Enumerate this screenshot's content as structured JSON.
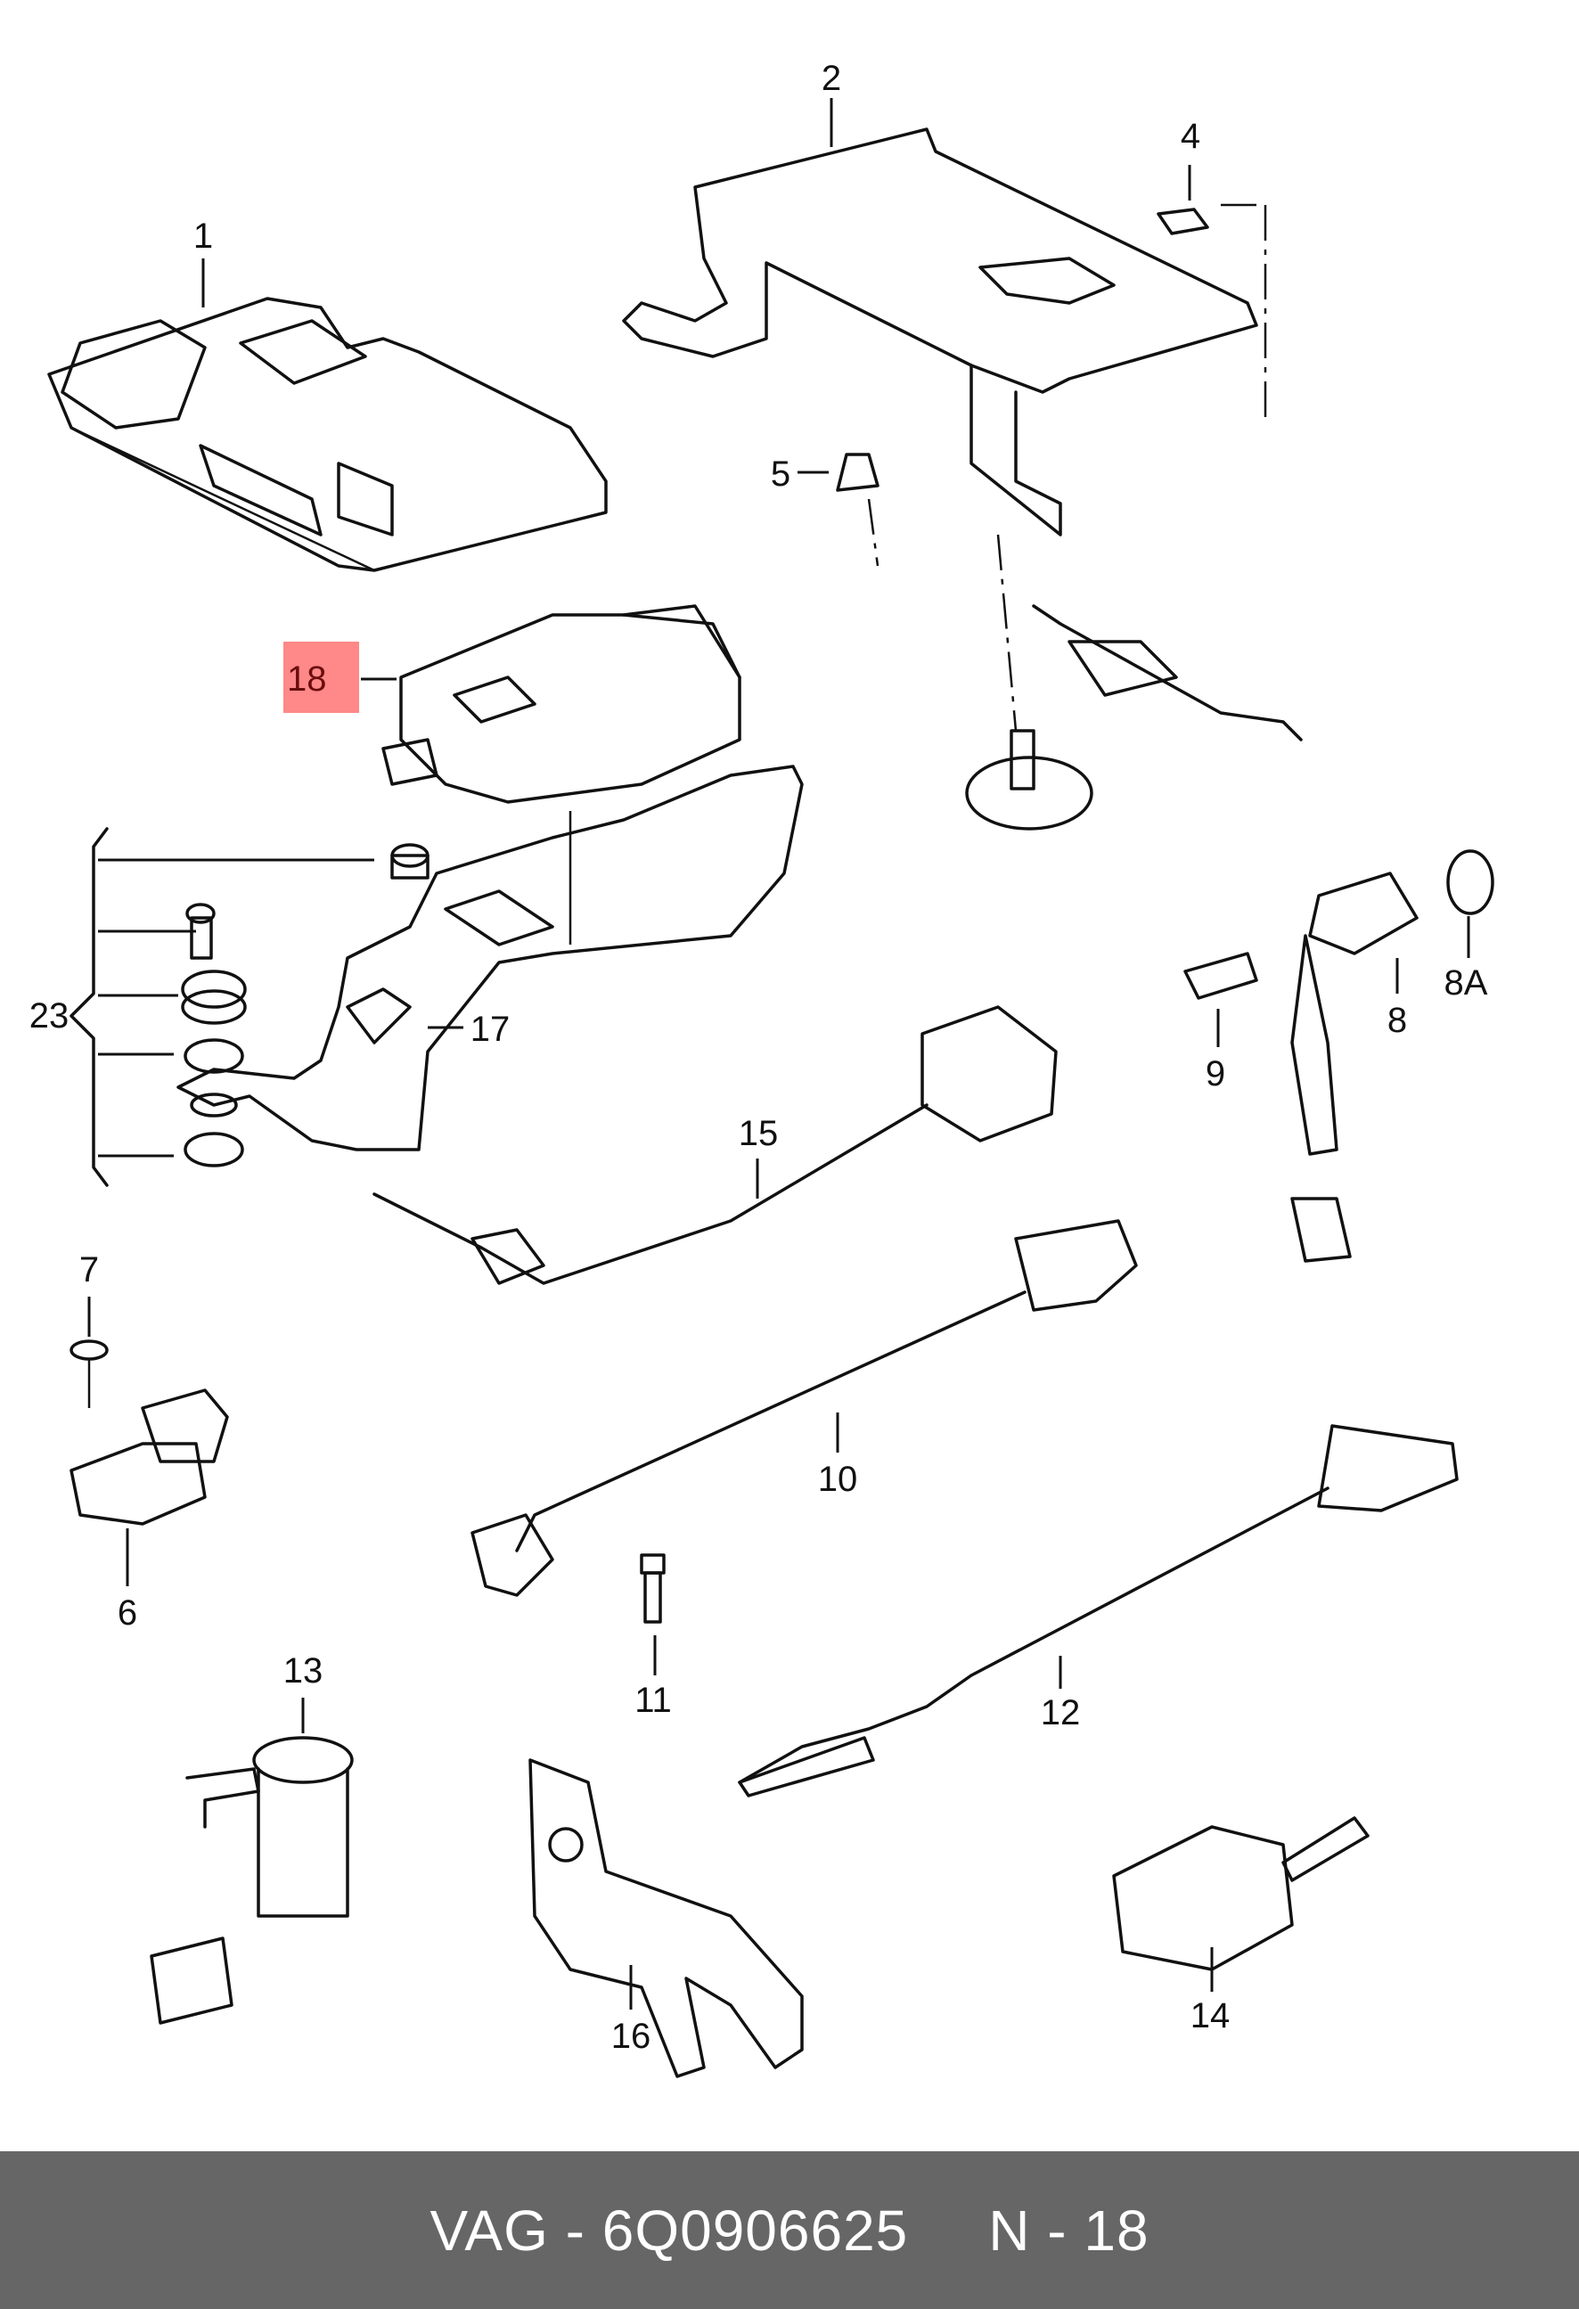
{
  "diagram": {
    "title": "Engine control unit and sensors exploded parts diagram",
    "highlighted_part": "18",
    "highlight_color": "#ff8888",
    "labels": [
      {
        "id": "label-1",
        "text": "1"
      },
      {
        "id": "label-2",
        "text": "2"
      },
      {
        "id": "label-4",
        "text": "4"
      },
      {
        "id": "label-5",
        "text": "5"
      },
      {
        "id": "label-6",
        "text": "6"
      },
      {
        "id": "label-7",
        "text": "7"
      },
      {
        "id": "label-8",
        "text": "8"
      },
      {
        "id": "label-8a",
        "text": "8A"
      },
      {
        "id": "label-9",
        "text": "9"
      },
      {
        "id": "label-10",
        "text": "10"
      },
      {
        "id": "label-11",
        "text": "11"
      },
      {
        "id": "label-12",
        "text": "12"
      },
      {
        "id": "label-13",
        "text": "13"
      },
      {
        "id": "label-14",
        "text": "14"
      },
      {
        "id": "label-15",
        "text": "15"
      },
      {
        "id": "label-16",
        "text": "16"
      },
      {
        "id": "label-17",
        "text": "17"
      },
      {
        "id": "label-18",
        "text": "18"
      },
      {
        "id": "label-23",
        "text": "23"
      }
    ]
  },
  "footer": {
    "brand": "VAG",
    "separator": "-",
    "part_number": "6Q0906625",
    "ref_prefix": "N",
    "ref_number": "18",
    "background": "#666666",
    "text_color": "#ffffff"
  }
}
